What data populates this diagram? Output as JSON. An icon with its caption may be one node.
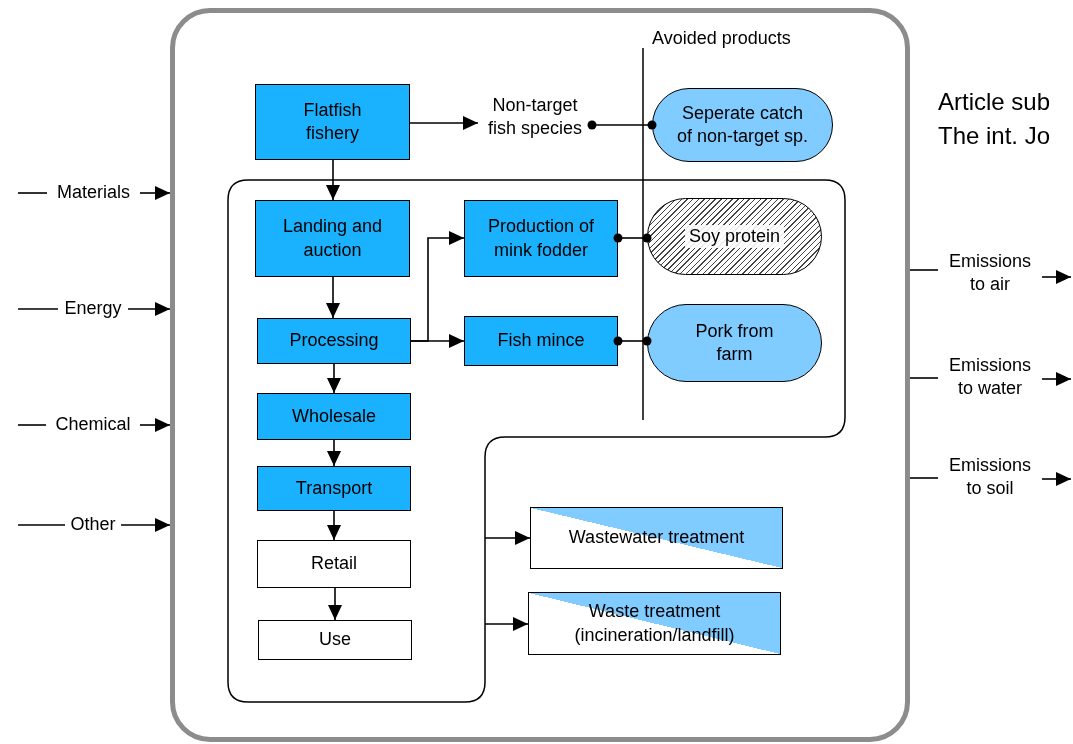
{
  "diagram": {
    "nodes": [
      {
        "text": [],
        "shape": "box"
      },
      {
        "text": [
          "Flatfish fishery"
        ],
        "in": 0
      },
      {
        "text": [
          "Non-target fish species"
        ],
        "in": 0
      },
      {
        "text": [
          "Seperate catch of non-target sp."
        ],
        "in": 0
      },
      {
        "text": [],
        "shape": "box",
        "in": 0
      },
      {
        "text": [
          "Landing and auction"
        ],
        "in": 4
      },
      {
        "text": [
          "Production of mink fodder"
        ],
        "in": 4
      },
      {
        "text": [
          "Soy protein"
        ],
        "in": 4
      },
      {
        "text": [
          "Processing"
        ],
        "in": 4
      },
      {
        "text": [
          "Fish mince"
        ],
        "in": 4
      },
      {
        "text": [
          "Pork from farm"
        ],
        "in": 4
      },
      {
        "text": [
          "Wholesale"
        ],
        "in": 4
      },
      {
        "text": [
          "Transport"
        ],
        "in": 4
      },
      {
        "text": [
          "Retail"
        ],
        "in": 4
      },
      {
        "text": [
          "Use"
        ],
        "in": 4
      },
      {
        "text": [
          "Wastewater treatment"
        ],
        "in": 0
      },
      {
        "text": [
          "Waste treatment (incineration/landfill)"
        ],
        "in": 0
      },
      {
        "text": [
          "Materials"
        ]
      },
      {
        "text": [
          "Energy"
        ]
      },
      {
        "text": [
          "Chemical"
        ]
      },
      {
        "text": [
          "Other"
        ]
      },
      {
        "text": [
          "Emissions to air"
        ]
      },
      {
        "text": [
          "Emissions to water"
        ]
      },
      {
        "text": [
          "Emissions to soil"
        ]
      }
    ],
    "edges": [
      {
        "from": 1,
        "to": 2,
        "arrow": "to"
      },
      {
        "from": 2,
        "to": 3,
        "arrow": "other"
      },
      {
        "from": 1,
        "to": 5,
        "arrow": "to"
      },
      {
        "from": 5,
        "to": 8,
        "arrow": "to"
      },
      {
        "from": 8,
        "to": 6,
        "arrow": "to"
      },
      {
        "from": 8,
        "to": 9,
        "arrow": "to"
      },
      {
        "from": 6,
        "to": 7,
        "arrow": "other"
      },
      {
        "from": 9,
        "to": 10,
        "arrow": "other"
      },
      {
        "from": 8,
        "to": 11,
        "arrow": "to"
      },
      {
        "from": 11,
        "to": 12,
        "arrow": "to"
      },
      {
        "from": 12,
        "to": 13,
        "arrow": "to"
      },
      {
        "from": 13,
        "to": 14,
        "arrow": "to"
      },
      {
        "from": 4,
        "to": 15,
        "arrow": "to"
      },
      {
        "from": 4,
        "to": 16,
        "arrow": "to"
      },
      {
        "from": null,
        "to": 17,
        "arrow": "none"
      },
      {
        "from": 17,
        "to": 0,
        "arrow": "to"
      },
      {
        "from": null,
        "to": 18,
        "arrow": "none"
      },
      {
        "from": 18,
        "to": 0,
        "arrow": "to"
      },
      {
        "from": null,
        "to": 19,
        "arrow": "none"
      },
      {
        "from": 19,
        "to": 0,
        "arrow": "to"
      },
      {
        "from": null,
        "to": 20,
        "arrow": "none"
      },
      {
        "from": 20,
        "to": 0,
        "arrow": "to"
      },
      {
        "from": 0,
        "to": 21,
        "arrow": "none"
      },
      {
        "from": 21,
        "to": null,
        "arrow": "to"
      },
      {
        "from": 0,
        "to": 22,
        "arrow": "none"
      },
      {
        "from": 22,
        "to": null,
        "arrow": "to"
      },
      {
        "from": 0,
        "to": 23,
        "arrow": "none"
      },
      {
        "from": 23,
        "to": null,
        "arrow": "to"
      }
    ],
    "labels": [
      "Avoided products",
      "Article sub",
      "The int. Jo"
    ]
  }
}
